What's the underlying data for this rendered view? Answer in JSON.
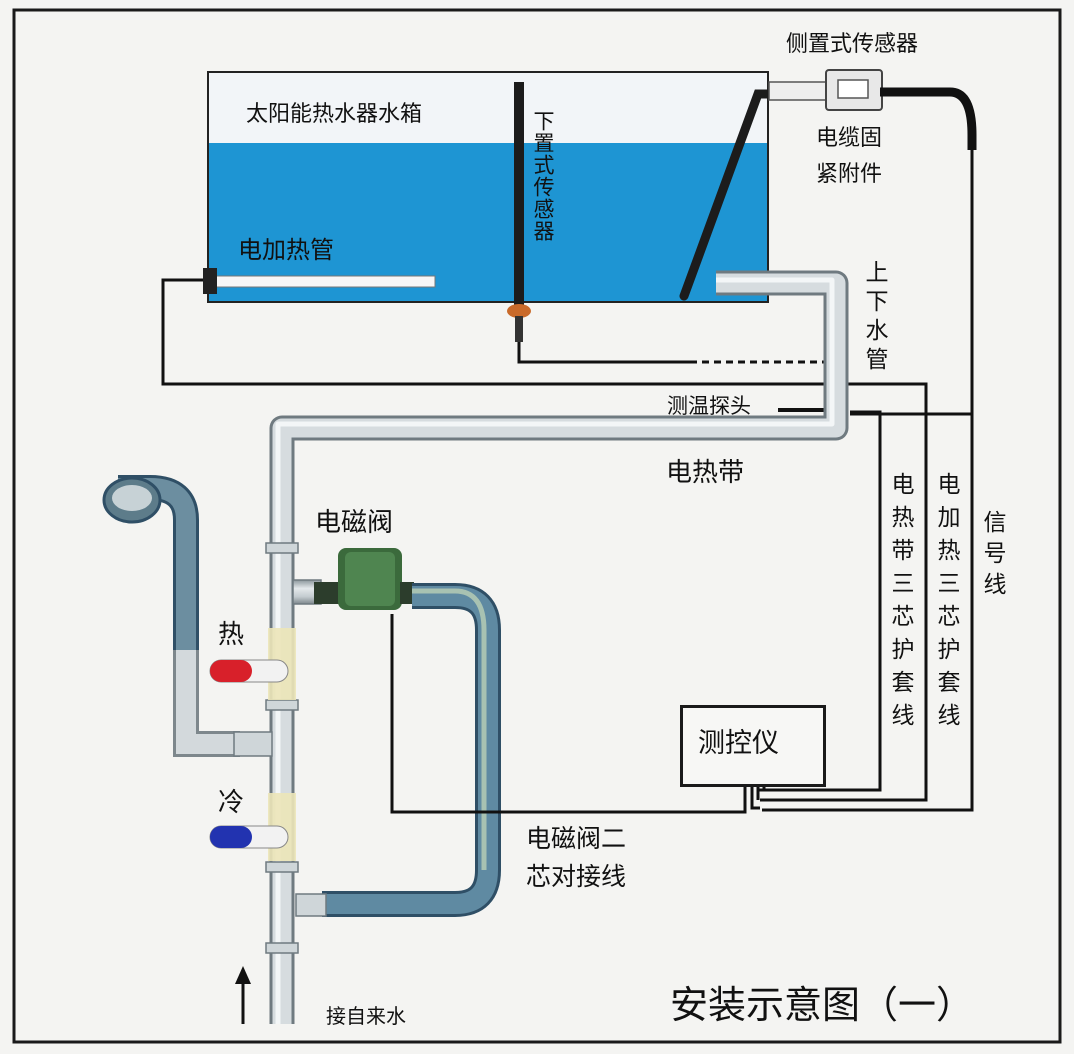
{
  "labels": {
    "tank": "太阳能热水器水箱",
    "side_sensor": "侧置式传感器",
    "cable_fixture_line1": "电缆固",
    "cable_fixture_line2": "紧附件",
    "lower_sensor": "下置式传感器",
    "heater_tube": "电加热管",
    "water_pipe": "上下水管",
    "temp_probe": "测温探头",
    "heat_band": "电热带",
    "solenoid_valve": "电磁阀",
    "heat_band_cable": "电热带三芯护套线",
    "heater_cable": "电加热三芯护套线",
    "signal_wire": "信号线",
    "hot": "热",
    "cold": "冷",
    "controller": "测控仪",
    "valve_wire_line1": "电磁阀二",
    "valve_wire_line2": "芯对接线",
    "tap_water": "接自来水",
    "title": "安装示意图（一）"
  },
  "colors": {
    "background": "#f4f4f2",
    "water": "#1e95d3",
    "tank_air": "#f2f5f8",
    "pipe": "#c8d0d4",
    "pipe_edge": "#7f8b91",
    "hot_tap": "#d8202a",
    "cold_tap": "#2233b0",
    "fitting": "#ece6b8",
    "valve": "#3b6a3c",
    "wire": "#151515"
  },
  "icons": [
    "up-arrow-icon"
  ]
}
